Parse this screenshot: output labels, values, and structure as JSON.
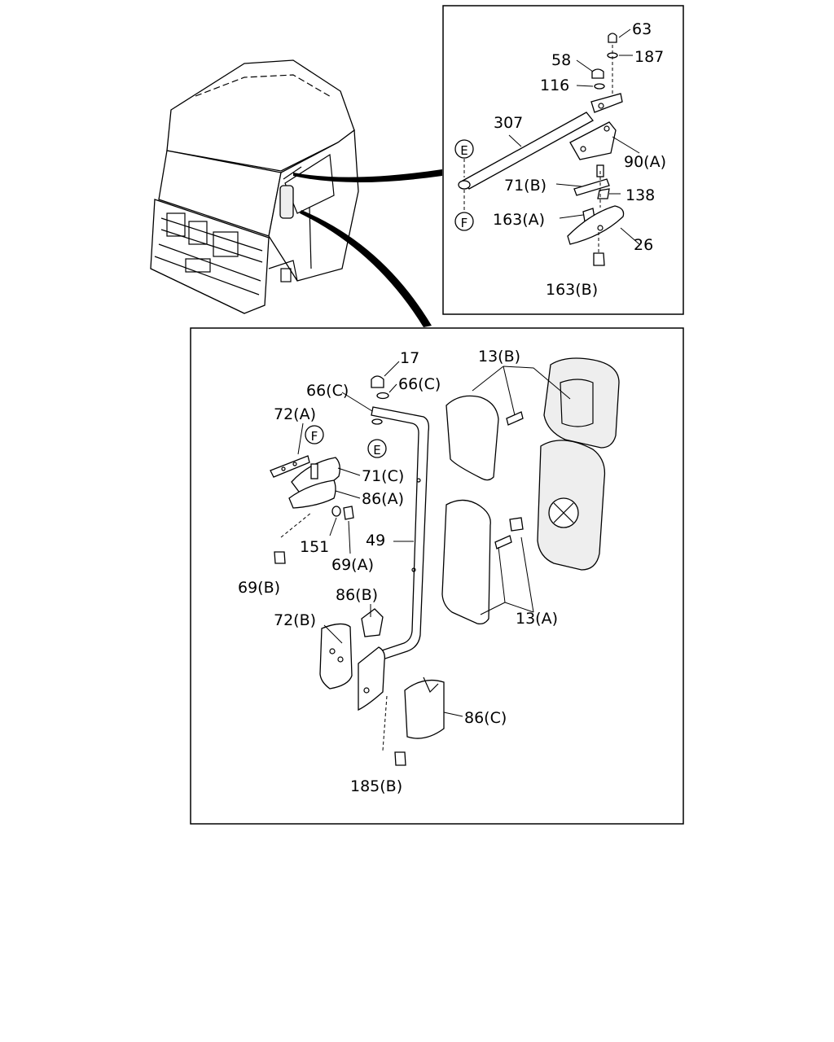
{
  "top_detail": {
    "labels": {
      "p63": "63",
      "p58": "58",
      "p187": "187",
      "p116": "116",
      "p307": "307",
      "p90a": "90(A)",
      "p71b": "71(B)",
      "p138": "138",
      "p163a": "163(A)",
      "p26": "26",
      "p163b": "163(B)"
    },
    "ref_e": "E",
    "ref_f": "F"
  },
  "bottom_detail": {
    "labels": {
      "p17": "17",
      "p66c_a": "66(C)",
      "p66c_b": "66(C)",
      "p72a": "72(A)",
      "p71c": "71(C)",
      "p86a": "86(A)",
      "p151": "151",
      "p69a": "69(A)",
      "p69b": "69(B)",
      "p49": "49",
      "p86b": "86(B)",
      "p72b": "72(B)",
      "p86c": "86(C)",
      "p185b": "185(B)",
      "p13b": "13(B)",
      "p13a": "13(A)"
    },
    "ref_e": "E",
    "ref_f": "F"
  }
}
